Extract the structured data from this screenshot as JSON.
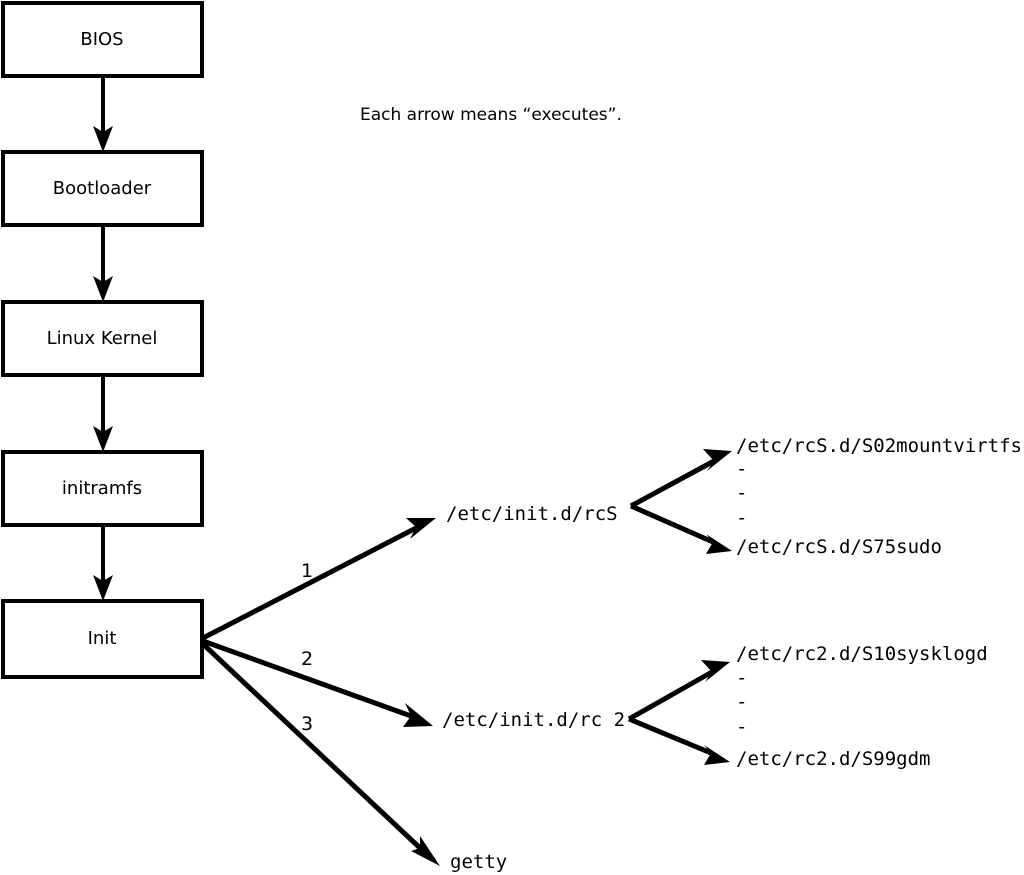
{
  "caption": {
    "text": "Each arrow means “executes”."
  },
  "colors": {
    "stroke": "#000000",
    "fill": "#ffffff",
    "background": "#ffffff"
  },
  "boot_chain": {
    "boxes": [
      {
        "label": "BIOS"
      },
      {
        "label": "Bootloader"
      },
      {
        "label": "Linux Kernel"
      },
      {
        "label": "initramfs"
      },
      {
        "label": "Init"
      }
    ]
  },
  "branches": [
    {
      "number": "1",
      "target": "/etc/init.d/rcS"
    },
    {
      "number": "2",
      "target": "/etc/init.d/rc 2"
    },
    {
      "number": "3",
      "target": "getty"
    }
  ],
  "rcs_scripts": {
    "first": "/etc/rcS.d/S02mountvirtfs",
    "ellipsis": [
      "-",
      "-",
      "-"
    ],
    "last": "/etc/rcS.d/S75sudo"
  },
  "rc2_scripts": {
    "first": "/etc/rc2.d/S10sysklogd",
    "ellipsis": [
      "-",
      "-",
      "-"
    ],
    "last": "/etc/rc2.d/S99gdm"
  }
}
